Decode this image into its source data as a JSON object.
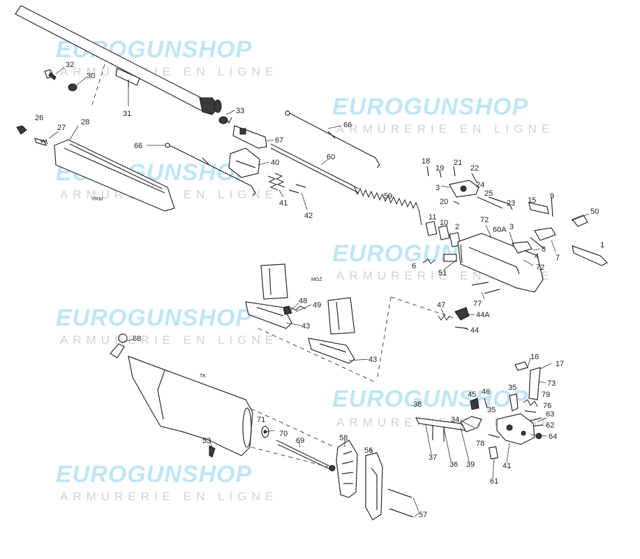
{
  "colors": {
    "ink": "#2b2b2b",
    "watermark_brand": "#bfe6f4",
    "watermark_sub": "#d2d2d2"
  },
  "watermark": {
    "brand": "EUROGUNSHOP",
    "tagline": "ARMURERIE EN LIGNE"
  },
  "part_tags": {
    "fore_end": "FRM",
    "magazine": "MGZ",
    "stock": "TK"
  },
  "callouts": {
    "n32": "32",
    "n30": "30",
    "n31": "31",
    "n33": "33",
    "n26": "26",
    "n27": "27",
    "n28": "28",
    "n66a": "66",
    "n67": "67",
    "n66b": "66",
    "n40": "40",
    "n60": "60",
    "n41a": "41",
    "n42": "42",
    "n59": "59",
    "n18": "18",
    "n19": "19",
    "n21": "21",
    "n22": "22",
    "n3a": "3",
    "n24": "24",
    "n25": "25",
    "n20": "20",
    "n23": "23",
    "n15": "15",
    "n9": "9",
    "n50": "50",
    "n1": "1",
    "n11": "11",
    "n10": "10",
    "n2": "2",
    "n72a": "72",
    "n60a": "60A",
    "n3b": "3",
    "n8": "8",
    "n4": "4",
    "n72b": "72",
    "n7": "7",
    "n6": "6",
    "n51": "51",
    "n77": "77",
    "n47": "47",
    "n44a": "44A",
    "n44": "44",
    "n48": "48",
    "n49": "49",
    "n43a": "43",
    "n43b": "43",
    "n68": "68",
    "n16": "16",
    "n17": "17",
    "n73": "73",
    "n46": "46",
    "n45": "45",
    "n35a": "35",
    "n35b": "35",
    "n79": "79",
    "n76": "76",
    "n38": "38",
    "n34": "34",
    "n63": "63",
    "n62": "62",
    "n64": "64",
    "n78": "78",
    "n37": "37",
    "n36": "36",
    "n39": "39",
    "n41b": "41",
    "n61": "61",
    "n71": "71",
    "n70": "70",
    "n69": "69",
    "n53": "53",
    "n58": "58",
    "n56": "56",
    "n57": "57"
  }
}
